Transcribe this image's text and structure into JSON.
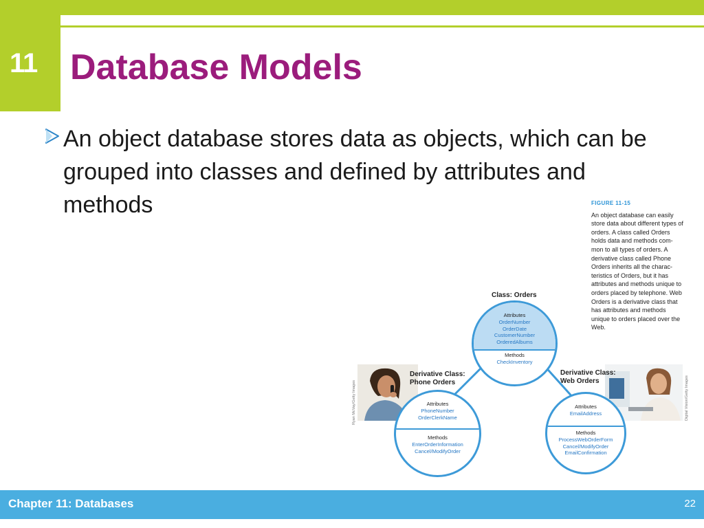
{
  "chapter_number": "11",
  "title": "Database Models",
  "bullet_text": "An object database stores data as objects, which can be grouped into classes and defined by attributes and methods",
  "figure": {
    "label": "FIGURE 11-15",
    "caption": "An object database can easily store data about different types of orders. A class called Orders holds data and methods com-mon to all types of orders. A derivative class called Phone Orders inherits all the charac-teristics of Orders, but it has attributes and methods unique to orders placed by telephone. Web Orders is a derivative class that has attributes and methods unique to orders placed over the Web.",
    "orders": {
      "title": "Class: Orders",
      "attributes_label": "Attributes",
      "attributes": [
        "OrderNumber",
        "OrderDate",
        "CustomerNumber",
        "OrderedAlbums"
      ],
      "methods_label": "Methods",
      "methods": [
        "CheckInventory"
      ]
    },
    "phone_orders": {
      "title_line1": "Derivative Class:",
      "title_line2": "Phone Orders",
      "attributes_label": "Attributes",
      "attributes": [
        "PhoneNumber",
        "OrderClerkName"
      ],
      "methods_label": "Methods",
      "methods": [
        "EnterOrderInformation",
        "Cancel/ModifyOrder"
      ],
      "photo_credit": "Ryan McVay/Getty Images"
    },
    "web_orders": {
      "title_line1": "Derivative Class:",
      "title_line2": "Web Orders",
      "attributes_label": "Attributes",
      "attributes": [
        "EmailAddress"
      ],
      "methods_label": "Methods",
      "methods": [
        "ProcessWebOrderForm",
        "Cancel/ModifyOrder",
        "EmailConfirmation"
      ],
      "photo_credit": "Digital Vision/Getty Images"
    }
  },
  "footer": {
    "left": "Chapter 11: Databases",
    "page": "22"
  },
  "colors": {
    "accent_green": "#b3cf2b",
    "title_purple": "#9b1c7c",
    "footer_blue": "#4aaee0",
    "circle_blue": "#3d9ad8",
    "item_blue": "#2577c4"
  }
}
